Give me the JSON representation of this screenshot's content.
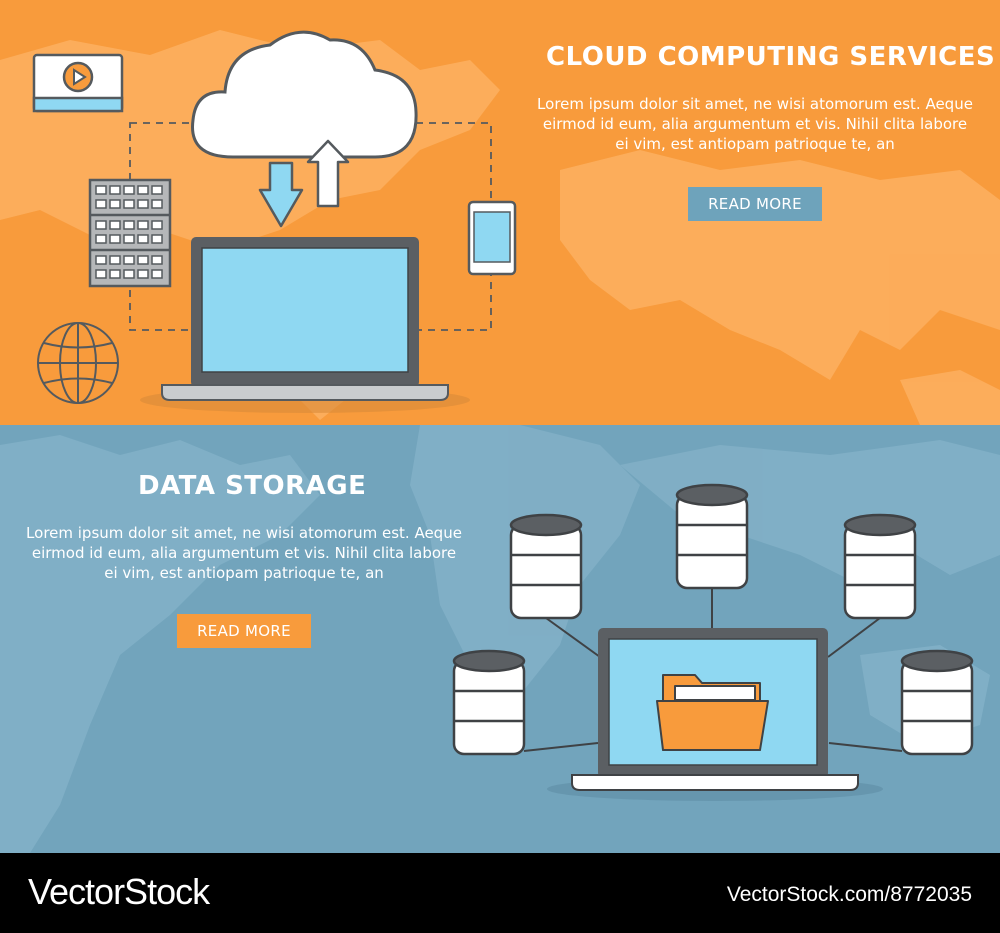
{
  "cloud_banner": {
    "title": "CLOUD COMPUTING SERVICES",
    "body": "Lorem ipsum dolor sit amet, ne wisi atomorum est. Aeque eirmod id eum, alia argumentum et vis. Nihil clita labore ei vim, est antiopam patrioque te, an",
    "button_label": "READ MORE",
    "background_color": "#f89b3c",
    "button_color": "#6ea3bb",
    "icons": [
      "video-player-icon",
      "cloud-icon",
      "upload-arrow-icon",
      "download-arrow-icon",
      "server-rack-icon",
      "smartphone-icon",
      "laptop-icon",
      "globe-icon",
      "world-map-background"
    ]
  },
  "storage_banner": {
    "title": "DATA STORAGE",
    "body": "Lorem ipsum dolor sit amet, ne wisi atomorum est. Aeque eirmod id eum, alia argumentum et vis. Nihil clita labore ei vim, est antiopam patrioque te, an",
    "button_label": "READ MORE",
    "background_color": "#72a4bc",
    "button_color": "#f89b3c",
    "icons": [
      "database-icon",
      "laptop-icon",
      "folder-icon",
      "world-map-background"
    ]
  },
  "footer": {
    "logo": "VectorStock",
    "image_id": "VectorStock.com/8772035"
  }
}
